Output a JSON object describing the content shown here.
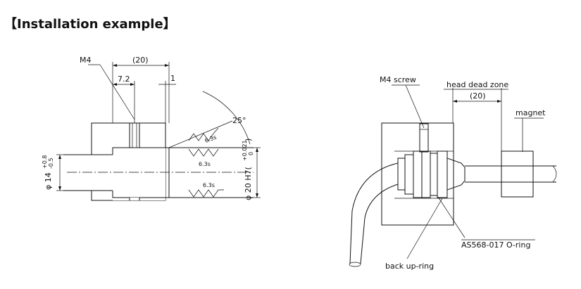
{
  "title": "【Installation example】",
  "left_drawing": {
    "m4_label": "M4",
    "dim_20": "(20)",
    "dim_7_2": "7.2",
    "dim_1": "1",
    "angle_25": "25°",
    "rough_a": "6.3s",
    "rough_b": "6.3s",
    "rough_c": "6.3s",
    "dia_14": "φ 14",
    "tol_14_up": "+0.8",
    "tol_14_low": "-0.5",
    "dia_20": "φ 20 H7(",
    "tol_20": "+0.021",
    "tol_20_low": "0",
    "tol_20_close": ")"
  },
  "right_drawing": {
    "m4_screw": "M4 screw",
    "head_dead_zone": "head dead zone",
    "dim_20": "(20)",
    "magnet": "magnet",
    "o_ring": "AS568-017 O-ring",
    "back_up_ring": "back up-ring"
  }
}
